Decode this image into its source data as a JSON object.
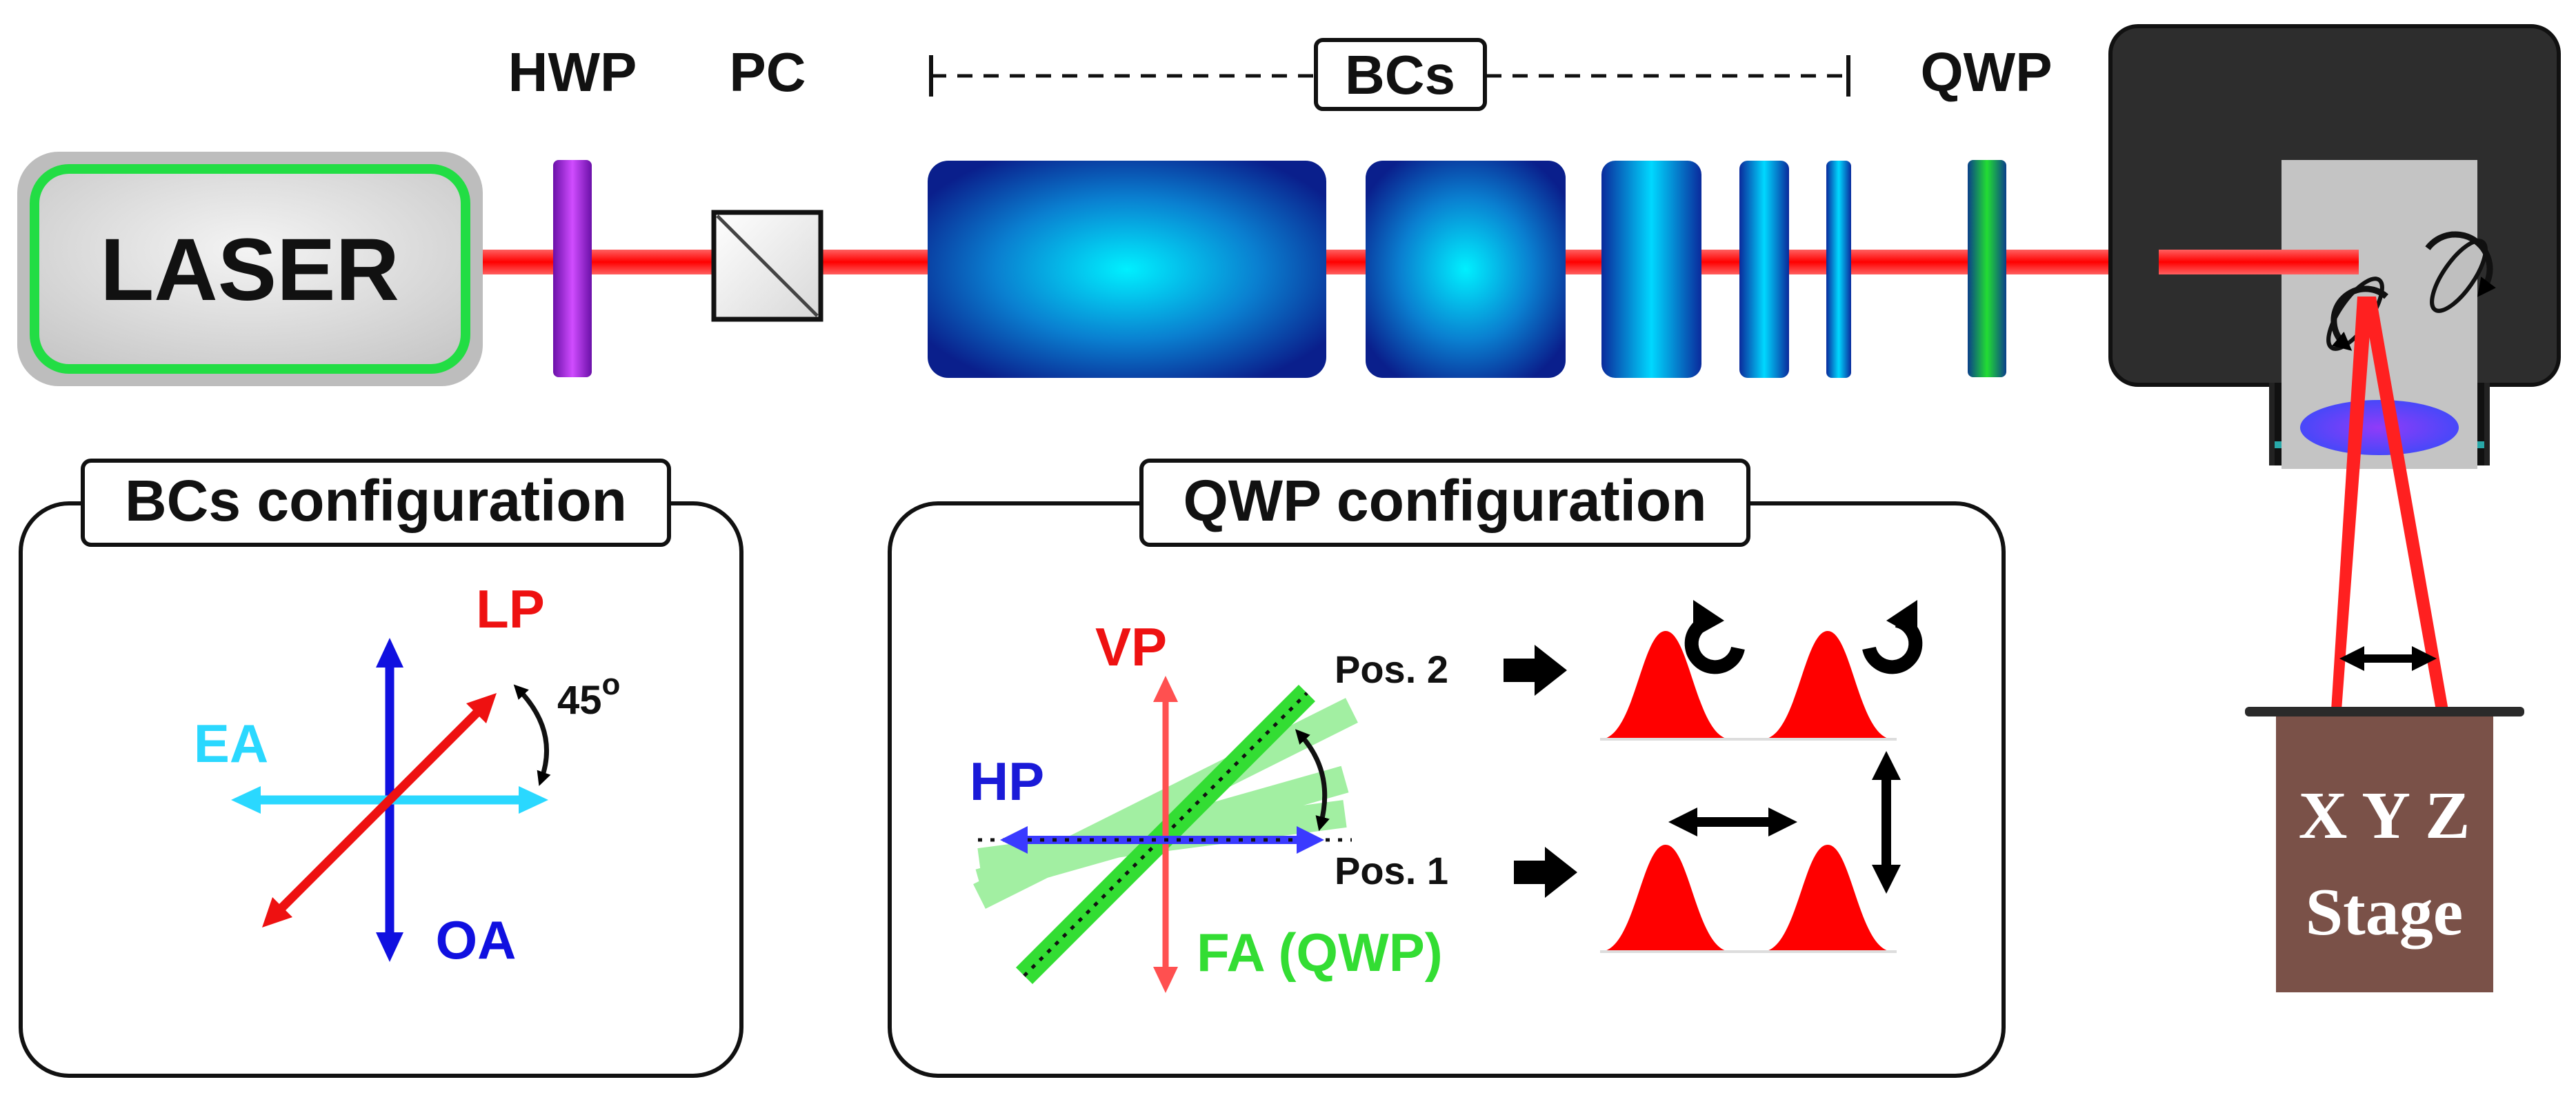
{
  "setup": {
    "laser_label": "LASER",
    "hwp_label": "HWP",
    "pc_label": "PC",
    "bcs_label": "BCs",
    "qwp_label": "QWP",
    "stage_line1": "X Y Z",
    "stage_line2": "Stage"
  },
  "bcs_panel": {
    "title": "BCs configuration",
    "lp_label": "LP",
    "ea_label": "EA",
    "oa_label": "OA",
    "angle_value": "45",
    "angle_unit": "o"
  },
  "qwp_panel": {
    "title": "QWP configuration",
    "vp_label": "VP",
    "hp_label": "HP",
    "fa_label": "FA (QWP)",
    "pos2_label": "Pos. 2",
    "pos1_label": "Pos. 1"
  },
  "colors": {
    "beam": "#ff1a1a",
    "laser_glow": "#22dd44",
    "crystal_dark": "#0a2a9c",
    "crystal_light": "#00e5ff",
    "hwp": "#9a20d0",
    "qwp_green": "#1aa83a",
    "ea_cyan": "#2ad8ff",
    "oa_blue": "#1010e0",
    "lp_red": "#ee1111",
    "fa_green": "#33dd33",
    "stage": "#7a5148"
  }
}
